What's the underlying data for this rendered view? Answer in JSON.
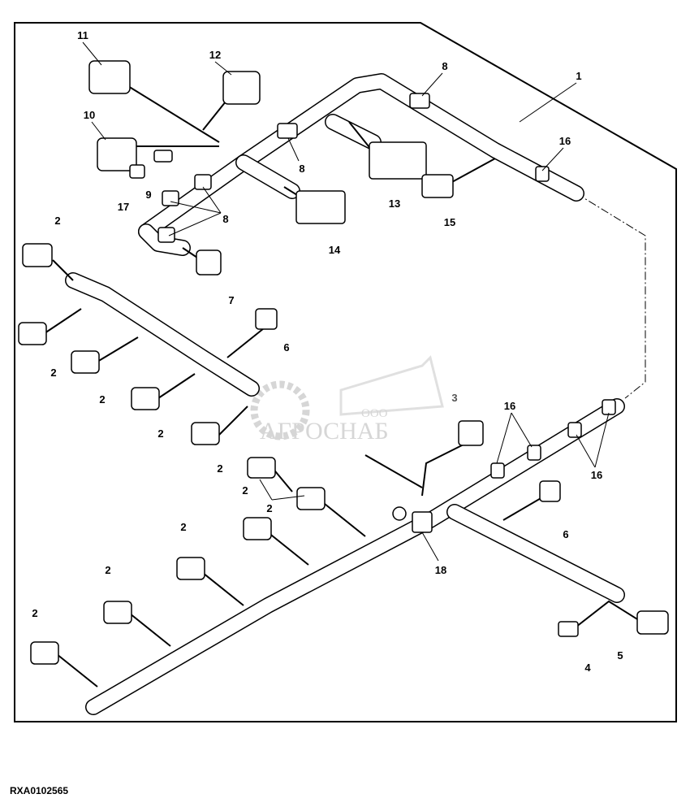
{
  "figure_id": "RXA0102565",
  "watermark": {
    "prefix": "ООО",
    "name": "АГРОСНАБ"
  },
  "callouts": [
    "11",
    "12",
    "10",
    "8",
    "1",
    "8",
    "16",
    "9",
    "17",
    "13",
    "8",
    "15",
    "14",
    "2",
    "7",
    "6",
    "2",
    "2",
    "2",
    "3",
    "16",
    "2",
    "16",
    "2",
    "2",
    "6",
    "18",
    "2",
    "2",
    "2",
    "4",
    "5"
  ],
  "colors": {
    "line": "#000000",
    "watermark": "#bbbbbb"
  }
}
